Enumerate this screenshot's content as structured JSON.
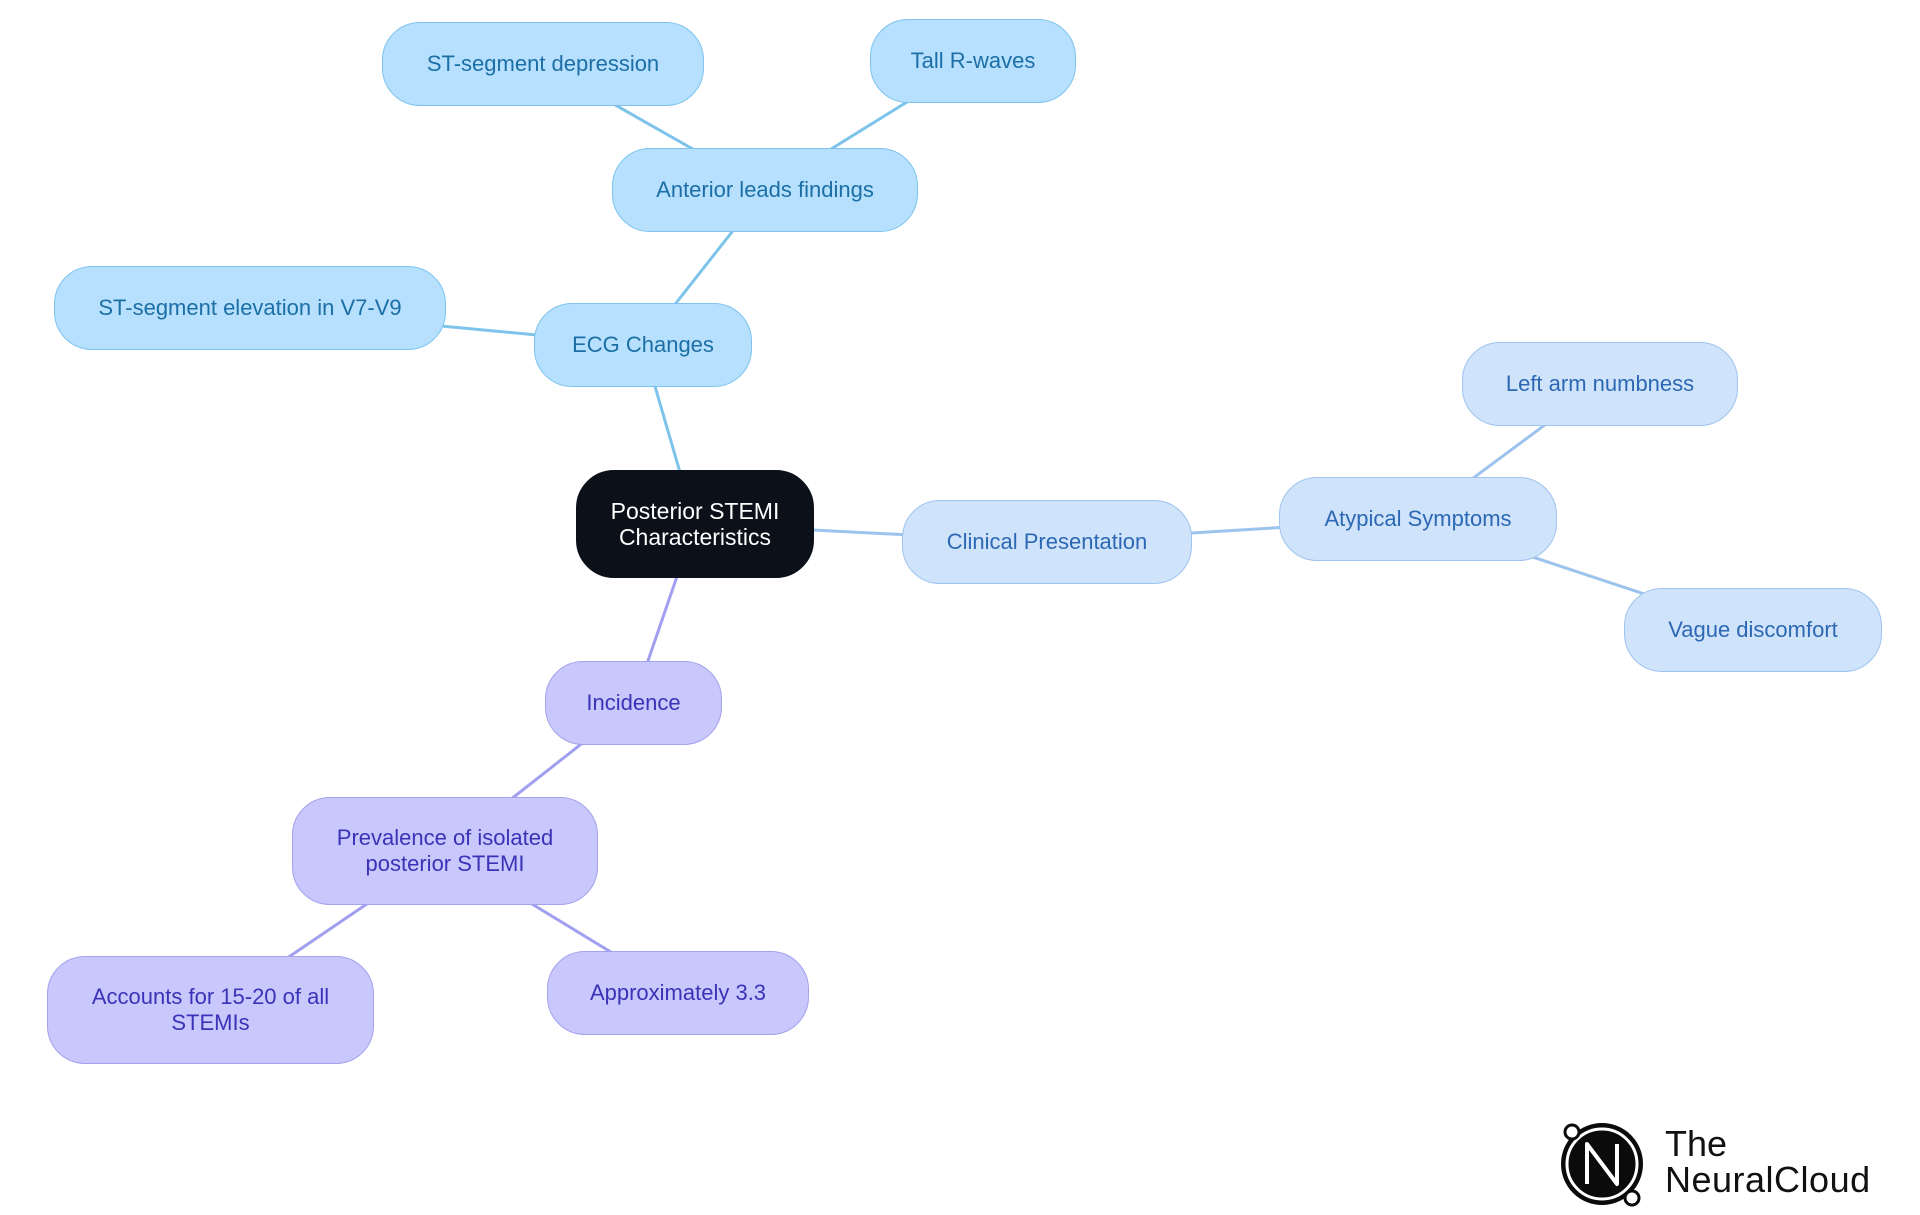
{
  "diagram": {
    "root": {
      "id": "root",
      "label": "Posterior STEMI Characteristics"
    },
    "nodes": [
      {
        "id": "ecg",
        "label": "ECG Changes",
        "group": "ecg",
        "parent": "root"
      },
      {
        "id": "anterior",
        "label": "Anterior leads findings",
        "group": "ecg",
        "parent": "ecg"
      },
      {
        "id": "st-depression",
        "label": "ST-segment depression",
        "group": "ecg",
        "parent": "anterior"
      },
      {
        "id": "tall-r",
        "label": "Tall R-waves",
        "group": "ecg",
        "parent": "anterior"
      },
      {
        "id": "st-elevation",
        "label": "ST-segment elevation in V7-V9",
        "group": "ecg",
        "parent": "ecg"
      },
      {
        "id": "clinical",
        "label": "Clinical Presentation",
        "group": "clin",
        "parent": "root"
      },
      {
        "id": "atypical",
        "label": "Atypical Symptoms",
        "group": "clin",
        "parent": "clinical"
      },
      {
        "id": "left-arm",
        "label": "Left arm numbness",
        "group": "clin",
        "parent": "atypical"
      },
      {
        "id": "vague",
        "label": "Vague discomfort",
        "group": "clin",
        "parent": "atypical"
      },
      {
        "id": "incidence",
        "label": "Incidence",
        "group": "inc",
        "parent": "root"
      },
      {
        "id": "prevalence",
        "label": "Prevalence of isolated posterior STEMI",
        "group": "inc",
        "parent": "incidence"
      },
      {
        "id": "accounts",
        "label": "Accounts for 15-20 of all STEMIs",
        "group": "inc",
        "parent": "prevalence"
      },
      {
        "id": "approx",
        "label": "Approximately 3.3",
        "group": "inc",
        "parent": "prevalence"
      }
    ]
  },
  "colors": {
    "ecg_edge": "#7dc3ea",
    "clin_edge": "#9cc3ee",
    "inc_edge": "#a09ff0"
  },
  "logo": {
    "line1": "The",
    "line2": "NeuralCloud",
    "icon": "neuralcloud-n-logo-icon"
  }
}
